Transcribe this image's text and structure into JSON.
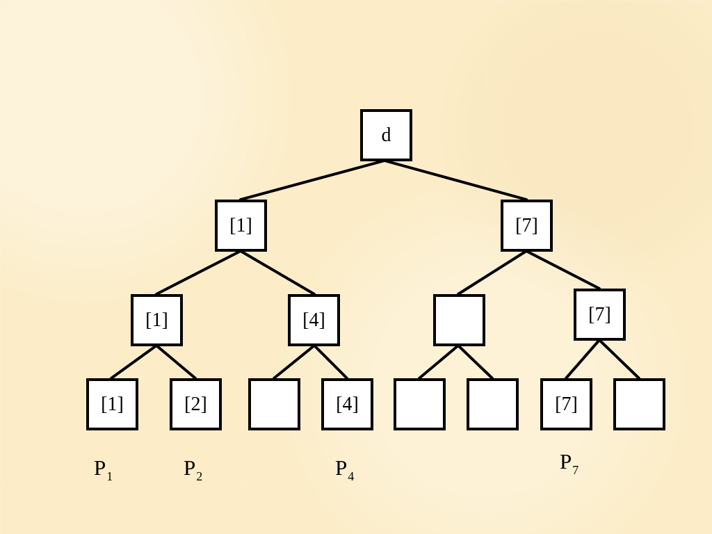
{
  "tree": {
    "root": "d",
    "level1": [
      "[1]",
      "[7]"
    ],
    "level2": [
      "[1]",
      "[4]",
      "",
      "[7]"
    ],
    "leaves": [
      "[1]",
      "[2]",
      "",
      "[4]",
      "",
      "",
      "[7]",
      ""
    ]
  },
  "labels": [
    {
      "base": "P",
      "sub": "1"
    },
    {
      "base": "P",
      "sub": "2"
    },
    {
      "base": "P",
      "sub": "4"
    },
    {
      "base": "P",
      "sub": "7"
    }
  ],
  "colors": {
    "background": "#fcedc8",
    "node_fill": "#ffffff",
    "stroke": "#000000"
  }
}
